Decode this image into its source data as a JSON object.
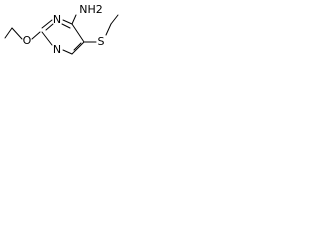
{
  "molecule": {
    "atoms": {
      "amino": "NH2",
      "ring_n_upper": "N",
      "ring_n_lower": "N",
      "ether_o": "O",
      "thio_s": "S"
    }
  },
  "colors": {
    "bond": "#000000",
    "background": "#ffffff"
  }
}
